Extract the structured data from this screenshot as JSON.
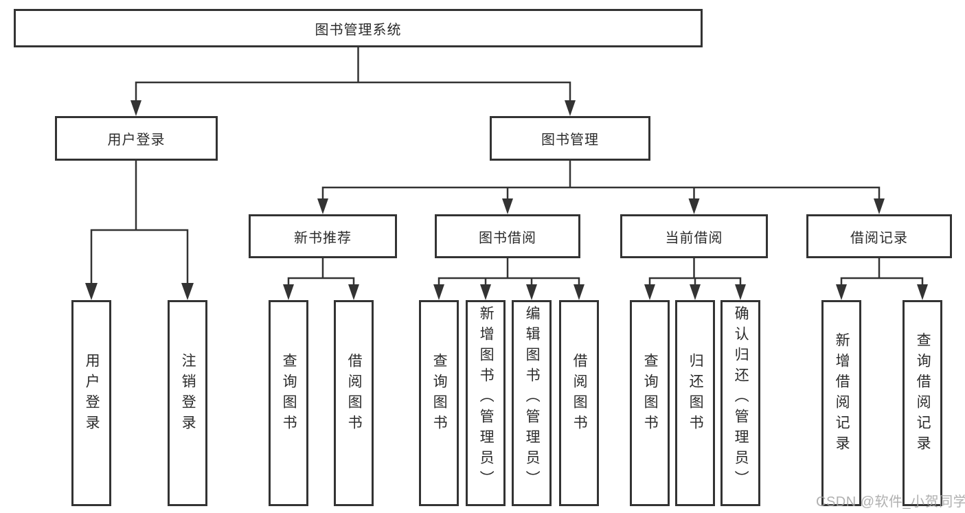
{
  "diagram": {
    "root": {
      "label": "图书管理系统"
    },
    "level2": [
      {
        "label": "用户登录"
      },
      {
        "label": "图书管理"
      }
    ],
    "level3": [
      {
        "label": "新书推荐"
      },
      {
        "label": "图书借阅"
      },
      {
        "label": "当前借阅"
      },
      {
        "label": "借阅记录"
      }
    ],
    "leaves": [
      {
        "label": "用户登录"
      },
      {
        "label": "注销登录"
      },
      {
        "label": "查询图书"
      },
      {
        "label": "借阅图书"
      },
      {
        "label": "查询图书"
      },
      {
        "label": "新增图书（管理员）"
      },
      {
        "label": "编辑图书（管理员）"
      },
      {
        "label": "借阅图书"
      },
      {
        "label": "查询图书"
      },
      {
        "label": "归还图书"
      },
      {
        "label": "确认归还（管理员）"
      },
      {
        "label": "新增借阅记录"
      },
      {
        "label": "查询借阅记录"
      }
    ]
  },
  "watermark": {
    "text": "CSDN @软件_小贺同学"
  },
  "colors": {
    "line": "#333333",
    "box_border": "#333333",
    "text": "#2b2b2b",
    "watermark": "#a2a2a2",
    "background": "#ffffff"
  }
}
